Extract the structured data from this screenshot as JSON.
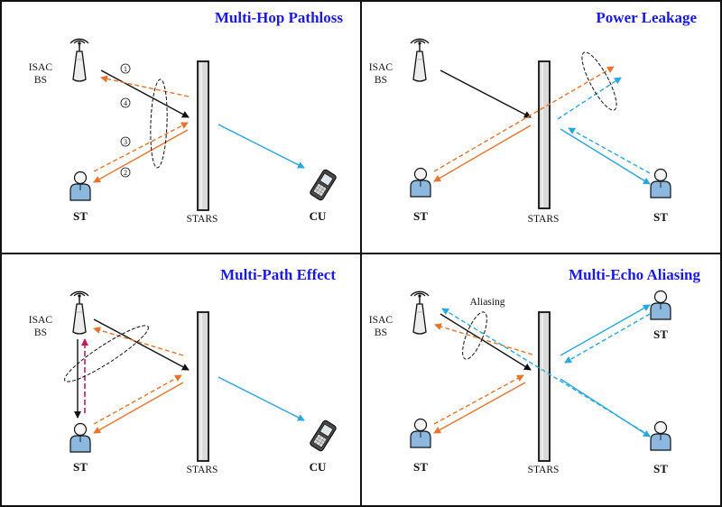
{
  "colors": {
    "title": "#1a1ae6",
    "black_arrow": "#111111",
    "orange_arrow": "#e8742c",
    "blue_arrow": "#29a7df",
    "magenta_arrow": "#c8185a",
    "person": "#8cb8e0",
    "stars_panel": "#d9d9d9"
  },
  "icons": [
    "antenna-tower-icon",
    "person-icon",
    "mobile-phone-icon",
    "stars-panel-icon"
  ],
  "panels": {
    "multi_hop": {
      "title": "Multi-Hop Pathloss",
      "bs_label_1": "ISAC",
      "bs_label_2": "BS",
      "st_label": "ST",
      "stars_label": "STARS",
      "cu_label": "CU",
      "steps": [
        "1",
        "4",
        "3",
        "2"
      ]
    },
    "power_leakage": {
      "title": "Power Leakage",
      "bs_label_1": "ISAC",
      "bs_label_2": "BS",
      "st_left_label": "ST",
      "st_right_label": "ST",
      "stars_label": "STARS"
    },
    "multi_path": {
      "title": "Multi-Path Effect",
      "bs_label_1": "ISAC",
      "bs_label_2": "BS",
      "st_label": "ST",
      "stars_label": "STARS",
      "cu_label": "CU"
    },
    "multi_echo": {
      "title": "Multi-Echo Aliasing",
      "bs_label_1": "ISAC",
      "bs_label_2": "BS",
      "st_left_label": "ST",
      "st_top_label": "ST",
      "st_bottom_label": "ST",
      "stars_label": "STARS",
      "aliasing_label": "Aliasing"
    }
  }
}
